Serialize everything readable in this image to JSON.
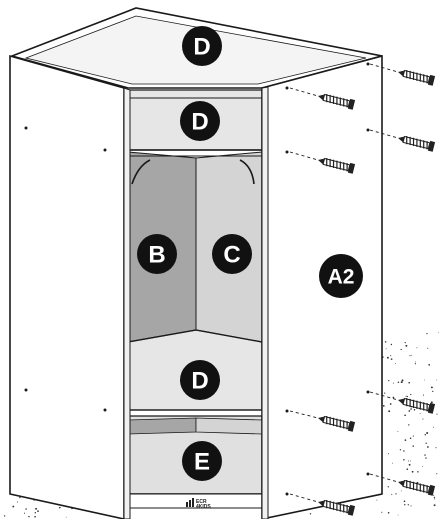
{
  "labels": {
    "top_panel": "D",
    "upper_shelf": "D",
    "left_back_panel": "B",
    "right_back_panel": "C",
    "side_panel": "A2",
    "lower_shelf": "D",
    "bottom_panel": "E"
  },
  "logo": {
    "line1": "ECR",
    "line2": "4KIDS"
  },
  "colors": {
    "outline": "#1a1a1a",
    "panel_white": "#ffffff",
    "shelf_light": "#e6e6e6",
    "back_left": "#a6a6a6",
    "back_right": "#d4d4d4",
    "label_fill": "#111111",
    "screw": "#222222"
  },
  "icons": [
    "screw-icon",
    "ecr4kids-logo"
  ]
}
